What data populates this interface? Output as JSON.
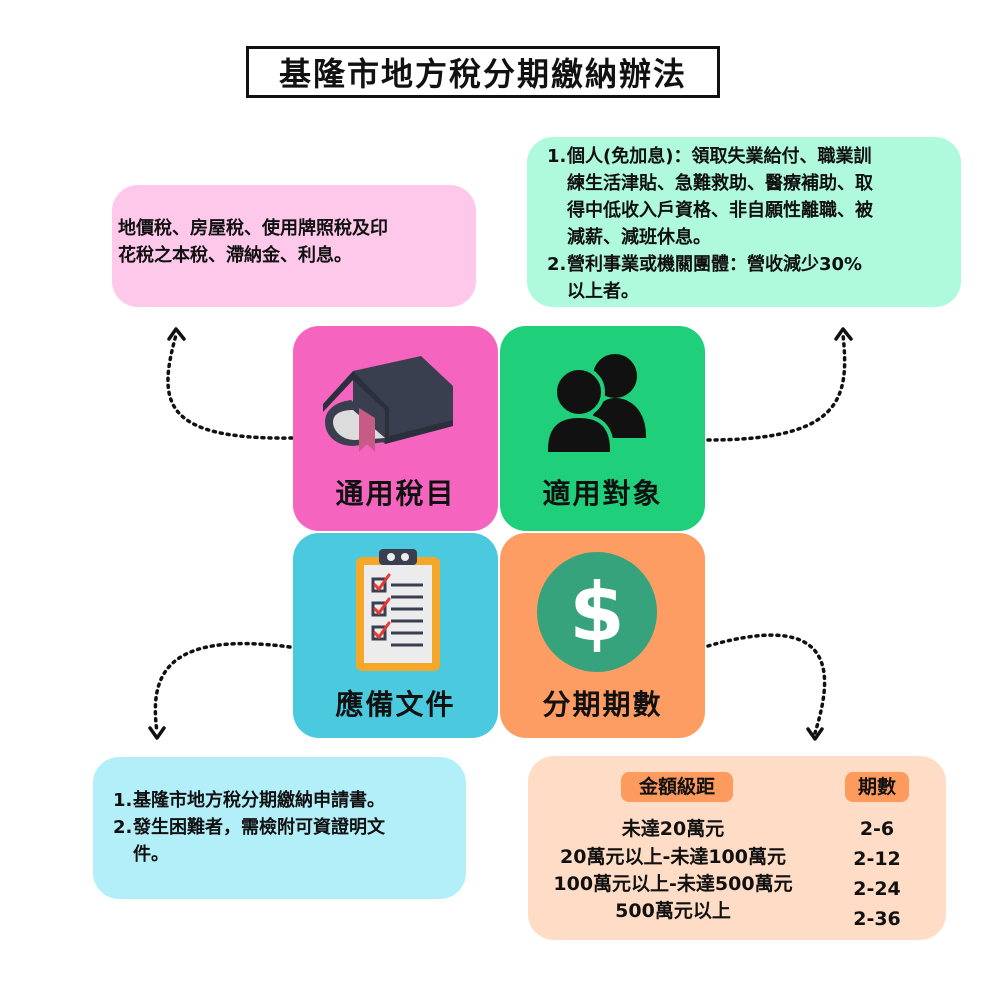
{
  "title": "基隆市地方稅分期繳納辦法",
  "tiles": {
    "tax_items": {
      "label": "通用稅目",
      "color": "#f565c0"
    },
    "eligibility": {
      "label": "適用對象",
      "color": "#1fcf7a"
    },
    "documents": {
      "label": "應備文件",
      "color": "#4bc9df"
    },
    "installments": {
      "label": "分期期數",
      "color": "#fe9d63"
    }
  },
  "tax_items_box": {
    "lines": [
      "地價稅、房屋稅、使用牌照稅及印",
      "花稅之本稅、滯納金、利息。"
    ]
  },
  "eligibility_box": {
    "items": [
      {
        "num": "1.",
        "lines": [
          "個人(免加息)：領取失業給付、職業訓",
          "練生活津貼、急難救助、醫療補助、取",
          "得中低收入戶資格、非自願性離職、被",
          "減薪、減班休息。"
        ]
      },
      {
        "num": "2.",
        "lines": [
          "營利事業或機關團體：營收減少30%",
          "以上者。"
        ]
      }
    ]
  },
  "documents_box": {
    "items": [
      {
        "num": "1.",
        "lines": [
          "基隆市地方稅分期繳納申請書。"
        ]
      },
      {
        "num": "2.",
        "lines": [
          "發生困難者，需檢附可資證明文",
          "件。"
        ]
      }
    ]
  },
  "installments_box": {
    "header_amount": "金額級距",
    "header_periods": "期數",
    "amounts": [
      "未達20萬元",
      "20萬元以上-未達100萬元",
      "100萬元以上-未達500萬元",
      "500萬元以上"
    ],
    "periods": [
      "2-6",
      "2-12",
      "2-24",
      "2-36"
    ]
  },
  "icons": {
    "tax_items": "book-icon",
    "eligibility": "users-icon",
    "documents": "clipboard-checklist-icon",
    "installments": "dollar-coin-icon"
  }
}
